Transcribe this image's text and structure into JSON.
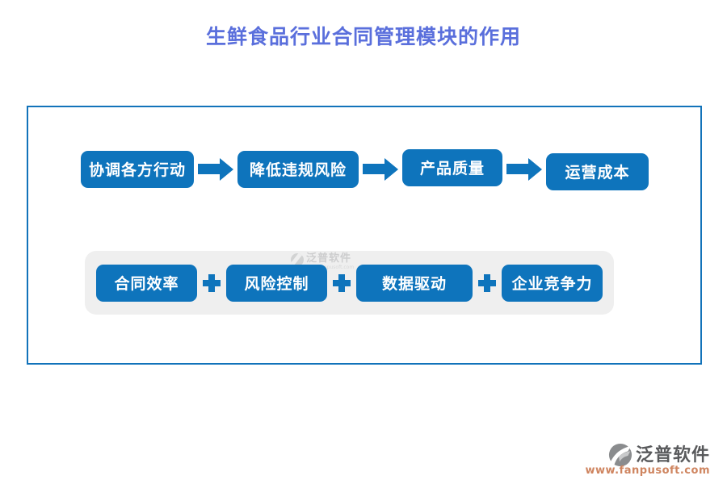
{
  "title": "生鲜食品行业合同管理模块的作用",
  "colors": {
    "node_blue": "#0e74bc",
    "title_blue": "#5a6fdc",
    "panel_border_blue": "#1273ba",
    "sum_bar_gray": "#efefef",
    "logo_text_gray": "#595a5c",
    "logo_url_orange": "#cf8560"
  },
  "flow": {
    "connector": "arrow-right",
    "steps": [
      {
        "label": "协调各方行动"
      },
      {
        "label": "降低违规风险"
      },
      {
        "label": "产品质量"
      },
      {
        "label": "运营成本"
      }
    ]
  },
  "sum": {
    "connector": "plus",
    "items": [
      {
        "label": "合同效率"
      },
      {
        "label": "风险控制"
      },
      {
        "label": "数据驱动"
      },
      {
        "label": "企业竞争力"
      }
    ]
  },
  "watermark": {
    "name": "泛普软件",
    "url": "www.fanpusoft.com"
  },
  "footer": {
    "brand": "泛普软件",
    "url": "www.fanpusoft.com"
  }
}
